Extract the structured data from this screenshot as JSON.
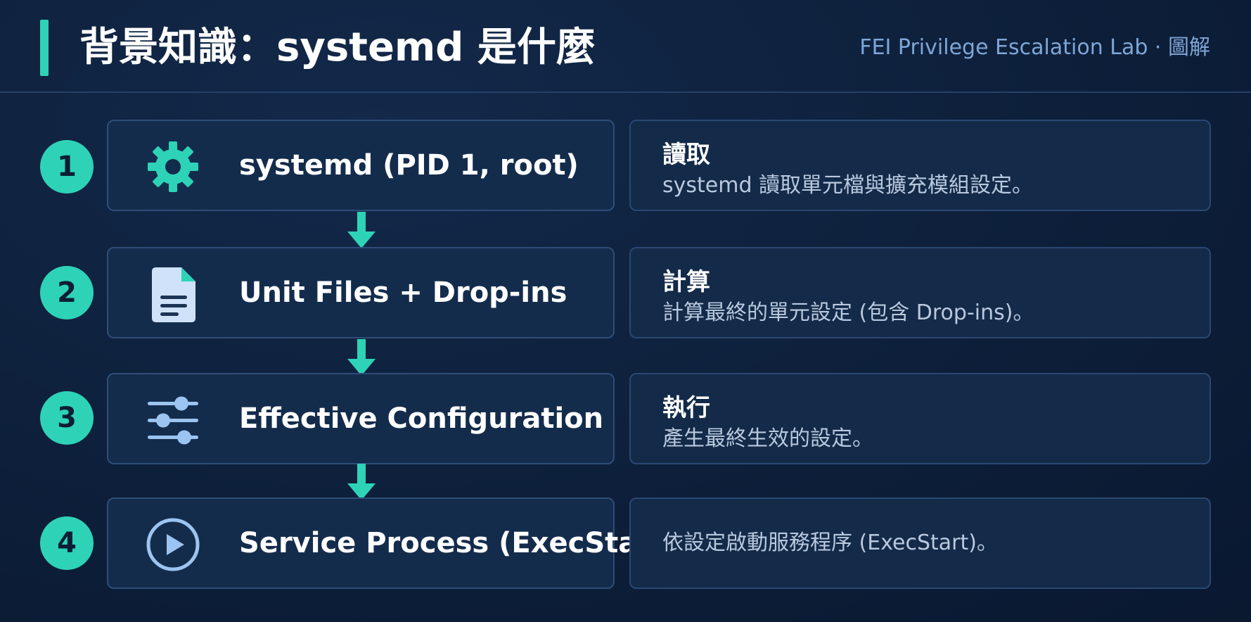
{
  "header": {
    "title": "背景知識：systemd 是什麼",
    "subtitle": "FEI Privilege Escalation Lab · 圖解"
  },
  "colors": {
    "background": "#0d1f3a",
    "accent": "#2ed3b7",
    "card": "#142c4c",
    "card_border": "#2e4d78",
    "icon_blue": "#9cc4f0",
    "subtitle": "#7fa6d6"
  },
  "steps": [
    {
      "number": "1",
      "icon": "gear-icon",
      "label": "systemd (PID 1, root)",
      "heading": "讀取",
      "description": "systemd 讀取單元檔與擴充模組設定。"
    },
    {
      "number": "2",
      "icon": "document-icon",
      "label": "Unit Files + Drop-ins",
      "heading": "計算",
      "description": "計算最終的單元設定 (包含 Drop-ins)。"
    },
    {
      "number": "3",
      "icon": "sliders-icon",
      "label": "Effective Configuration",
      "heading": "執行",
      "description": "產生最終生效的設定。"
    },
    {
      "number": "4",
      "icon": "play-icon",
      "label": "Service Process (ExecStart)",
      "heading": "",
      "description": "依設定啟動服務程序 (ExecStart)。"
    }
  ]
}
